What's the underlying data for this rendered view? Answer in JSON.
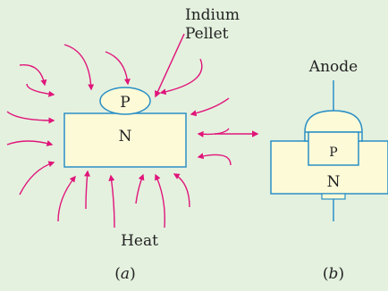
{
  "figure_a": {
    "label_indium": "Indium",
    "label_pellet": "Pellet",
    "pellet_letter": "P",
    "body_letter": "N",
    "label_heat": "Heat",
    "caption_prefix": "(",
    "caption_letter": "a",
    "caption_suffix": ")"
  },
  "figure_b": {
    "label_anode": "Anode",
    "region_p": "P",
    "region_n": "N",
    "caption_prefix": "(",
    "caption_letter": "b",
    "caption_suffix": ")"
  },
  "colors": {
    "background": "#e4f1df",
    "block_fill": "#fdfad8",
    "outline": "#2a8fc5",
    "arrow": "#e0157a",
    "text": "#222222"
  }
}
